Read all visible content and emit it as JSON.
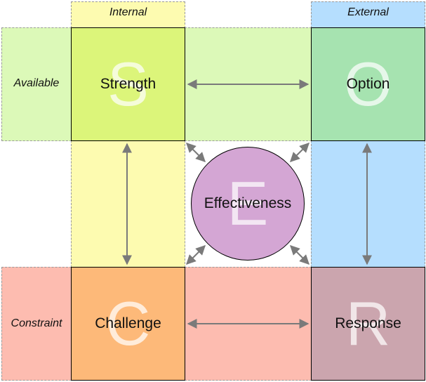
{
  "diagram": {
    "column_headers": {
      "internal": "Internal",
      "external": "External"
    },
    "row_headers": {
      "available": "Available",
      "constraint": "Constraint"
    },
    "quadrants": {
      "strength": {
        "letter": "S",
        "label": "Strength",
        "color": "#dcf57a"
      },
      "option": {
        "letter": "O",
        "label": "Option",
        "color": "#a6e3b0"
      },
      "challenge": {
        "letter": "C",
        "label": "Challenge",
        "color": "#fdb979"
      },
      "response": {
        "letter": "R",
        "label": "Response",
        "color": "#cba5ae"
      }
    },
    "center": {
      "letter": "E",
      "label": "Effectiveness",
      "color": "#d4a6d4"
    },
    "band_colors": {
      "internal": "#fdfbb0",
      "external": "#b5defe",
      "available": "#dcf9b8",
      "constraint": "#fdbcb0"
    }
  }
}
